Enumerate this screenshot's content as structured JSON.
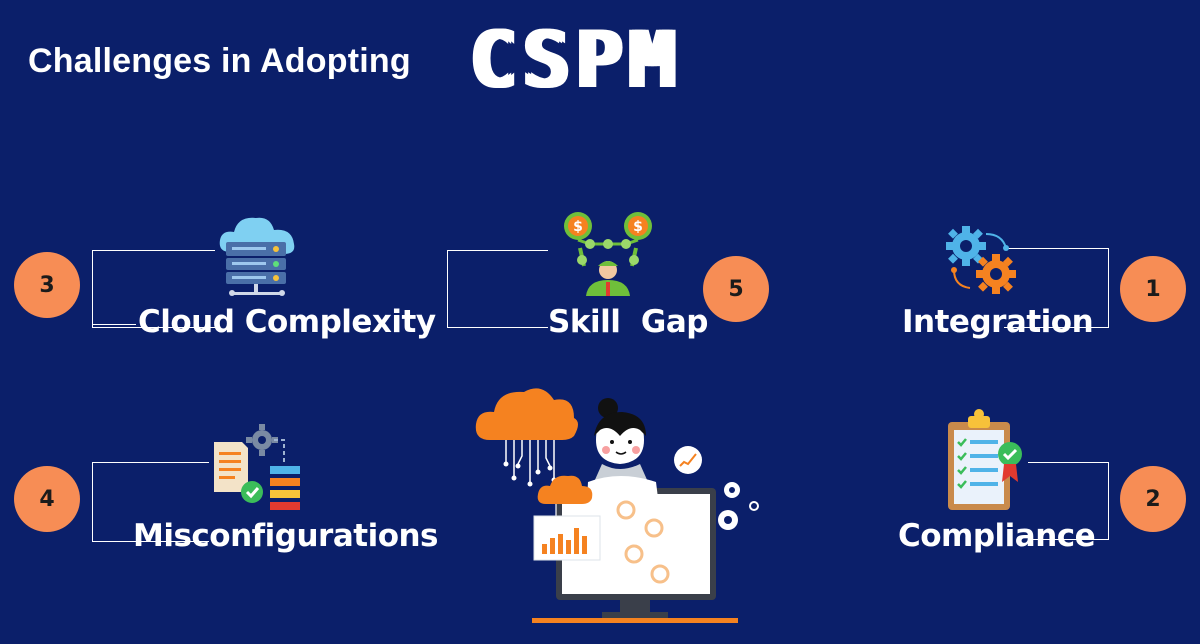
{
  "header": {
    "title": "Challenges in Adopting",
    "brand": "CSPM"
  },
  "challenges": [
    {
      "number": "1",
      "label": "Integration"
    },
    {
      "number": "2",
      "label": "Compliance"
    },
    {
      "number": "3",
      "label": "Cloud Complexity"
    },
    {
      "number": "4",
      "label": "Misconfigurations"
    },
    {
      "number": "5",
      "label": "Skill  Gap"
    }
  ],
  "colors": {
    "background": "#0b1f6a",
    "badge": "#f78d55",
    "accent_orange": "#f58220",
    "cloud_blue": "#4fb3e8"
  },
  "icons": {
    "integration": "gears-icon",
    "compliance": "clipboard-checklist-icon",
    "cloud_complexity": "cloud-server-icon",
    "misconfigurations": "config-flow-icon",
    "skill_gap": "person-money-network-icon",
    "center": "person-cloud-computer-illustration"
  }
}
